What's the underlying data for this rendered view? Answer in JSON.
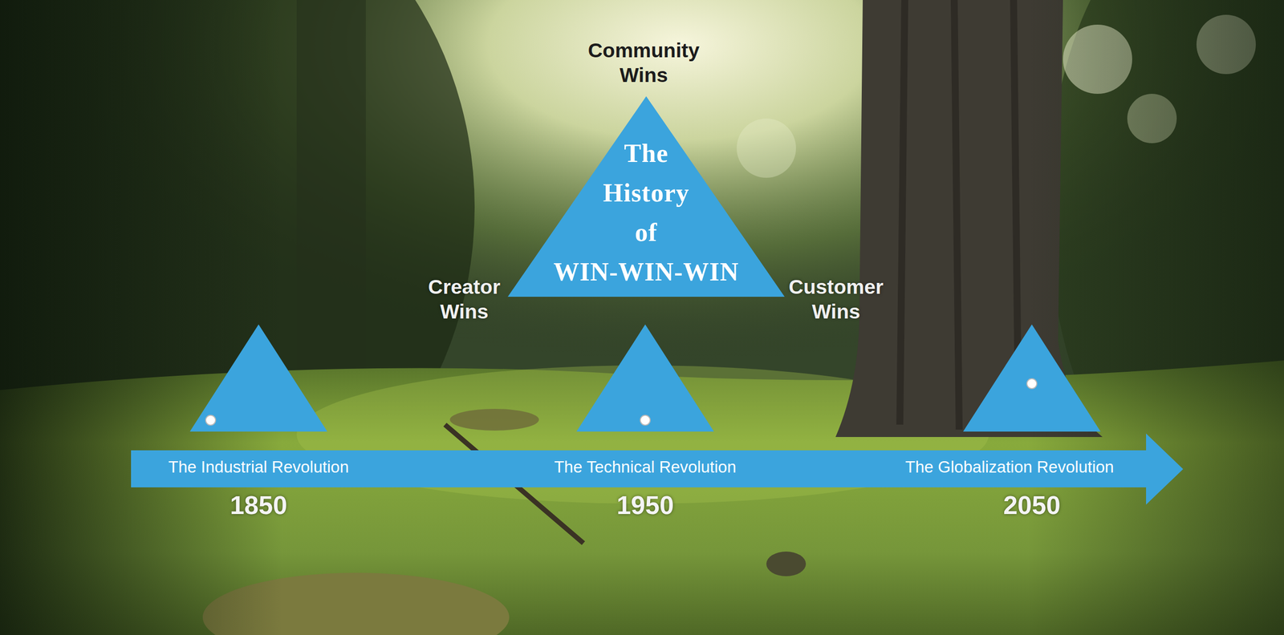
{
  "diagram": {
    "nodes": [
      {
        "text": [
          "The History of WIN-WIN-WIN"
        ]
      },
      {
        "text": [
          "The Industrial Revolution",
          "The Technical Revolution",
          "The Globalization Revolution"
        ]
      }
    ],
    "labels": [
      "Community Wins",
      "Creator Wins",
      "Customer Wins",
      "1850",
      "1950",
      "2050"
    ]
  }
}
